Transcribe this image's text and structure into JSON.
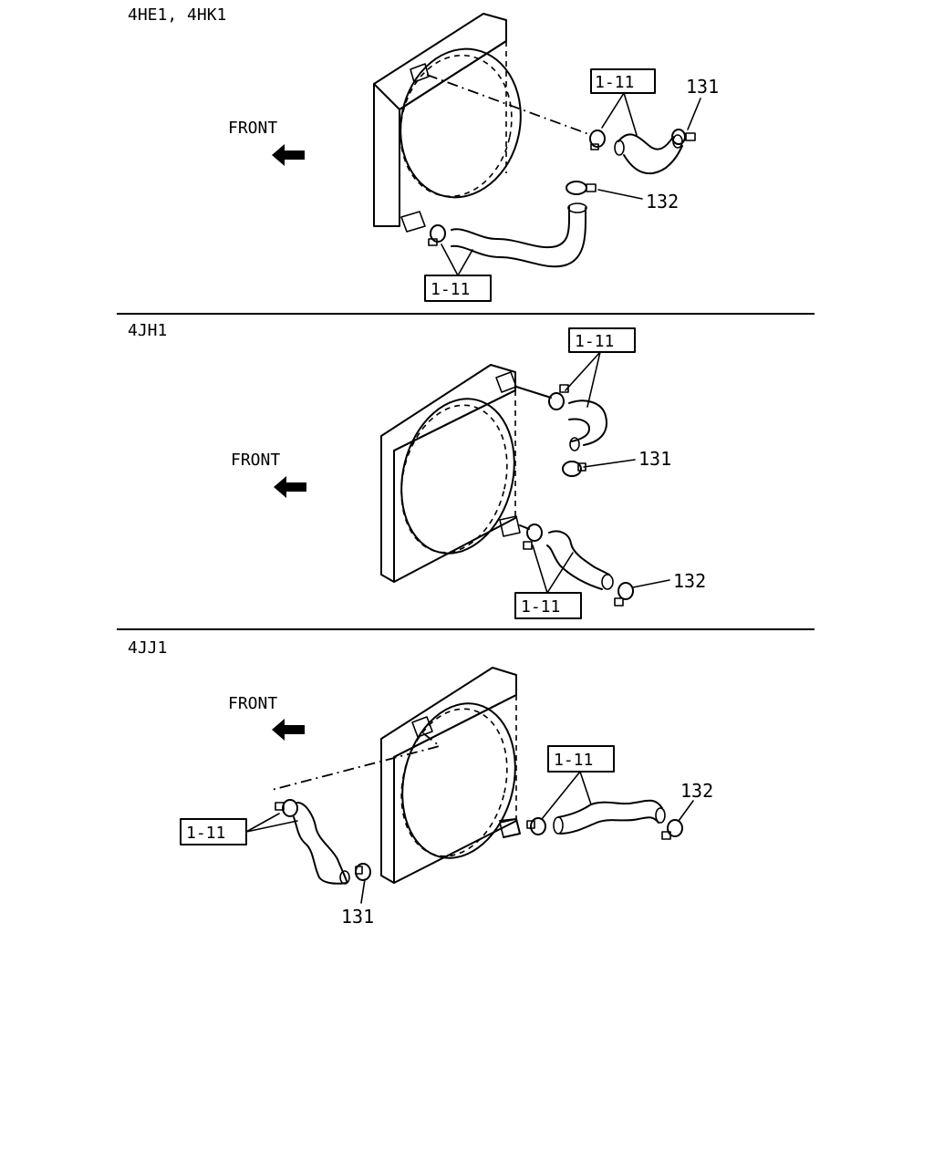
{
  "sections": [
    {
      "engine_label": "4HE1, 4HK1",
      "front_label": "FRONT",
      "callouts": {
        "hose_ref_upper": "1-11",
        "hose_ref_lower": "1-11",
        "clamp_a": "131",
        "clamp_b": "132"
      }
    },
    {
      "engine_label": "4JH1",
      "front_label": "FRONT",
      "callouts": {
        "hose_ref_upper": "1-11",
        "hose_ref_lower": "1-11",
        "clamp_a": "131",
        "clamp_b": "132"
      }
    },
    {
      "engine_label": "4JJ1",
      "front_label": "FRONT",
      "callouts": {
        "hose_ref_left": "1-11",
        "hose_ref_right": "1-11",
        "clamp_a": "131",
        "clamp_b": "132"
      }
    }
  ]
}
